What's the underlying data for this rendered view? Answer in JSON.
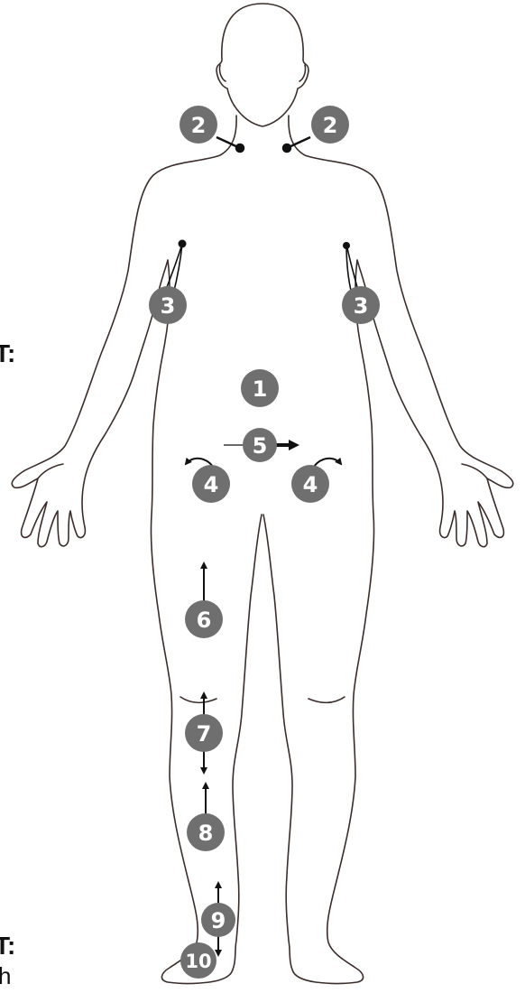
{
  "figure": {
    "outline_color": "#3a2e2c",
    "badge_color": "#6f6f70",
    "badge_text_color": "#ffffff",
    "arrow_color": "#111111"
  },
  "edge_fragments": {
    "upper": "T:",
    "lower": "T:",
    "lower_small": "h"
  },
  "markers": [
    {
      "id": "m2-left",
      "label": "2",
      "desc": "neck-left"
    },
    {
      "id": "m2-right",
      "label": "2",
      "desc": "neck-right"
    },
    {
      "id": "m3-left",
      "label": "3",
      "desc": "underarm-left"
    },
    {
      "id": "m3-right",
      "label": "3",
      "desc": "underarm-right"
    },
    {
      "id": "m1",
      "label": "1",
      "desc": "abdomen"
    },
    {
      "id": "m5",
      "label": "5",
      "desc": "pelvis"
    },
    {
      "id": "m4-left",
      "label": "4",
      "desc": "hip-left"
    },
    {
      "id": "m4-right",
      "label": "4",
      "desc": "hip-right"
    },
    {
      "id": "m6",
      "label": "6",
      "desc": "thigh"
    },
    {
      "id": "m7",
      "label": "7",
      "desc": "knee"
    },
    {
      "id": "m8",
      "label": "8",
      "desc": "shin"
    },
    {
      "id": "m9",
      "label": "9",
      "desc": "ankle"
    },
    {
      "id": "m10",
      "label": "10",
      "desc": "foot"
    }
  ]
}
